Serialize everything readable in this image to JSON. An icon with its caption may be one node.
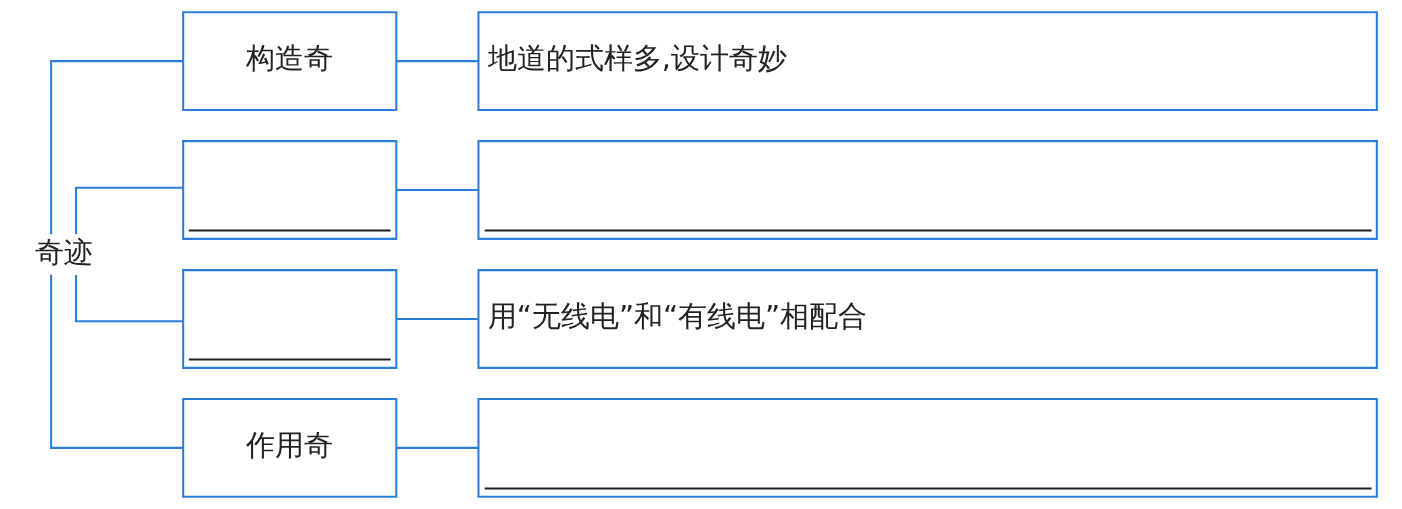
{
  "diagram": {
    "nodes": [
      {
        "text": [
          "奇迹"
        ]
      },
      {
        "text": [
          "构造奇"
        ]
      },
      {
        "text": [],
        "shape": "box"
      },
      {
        "text": [],
        "shape": "box"
      },
      {
        "text": [
          "作用奇"
        ]
      },
      {
        "text": [
          "地道的式样多,设计奇妙"
        ]
      },
      {
        "text": [],
        "shape": "box"
      },
      {
        "text": [
          "用“无线电”和“有线电”相配合"
        ]
      },
      {
        "text": [],
        "shape": "box"
      }
    ],
    "edges": [
      {
        "from": 0,
        "to": 1,
        "arrow": "none"
      },
      {
        "from": 0,
        "to": 2,
        "arrow": "none"
      },
      {
        "from": 0,
        "to": 3,
        "arrow": "none"
      },
      {
        "from": 0,
        "to": 4,
        "arrow": "none"
      },
      {
        "from": 1,
        "to": 5,
        "arrow": "none"
      },
      {
        "from": 2,
        "to": 6,
        "arrow": "none"
      },
      {
        "from": 3,
        "to": 7,
        "arrow": "none"
      },
      {
        "from": 4,
        "to": 8,
        "arrow": "none"
      }
    ]
  }
}
